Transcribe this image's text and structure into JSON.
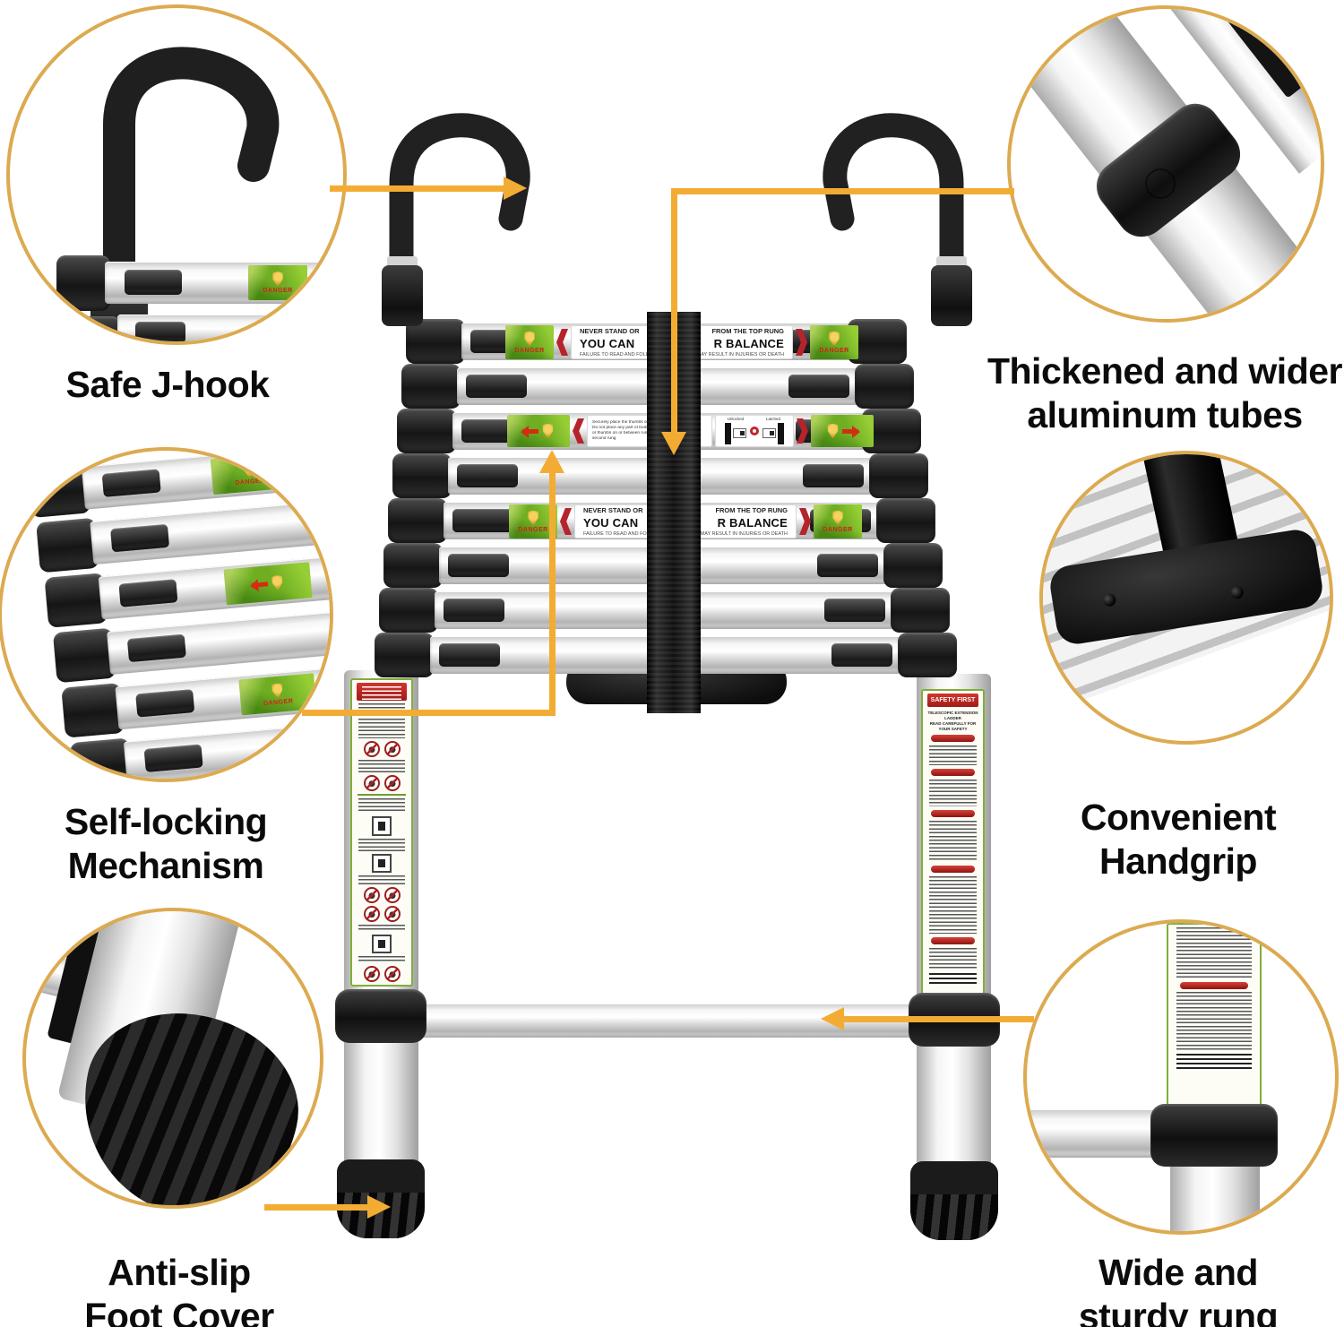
{
  "callouts": {
    "safe_j_hook": "Safe J-hook",
    "aluminum_tubes_line1": "Thickened and wider",
    "aluminum_tubes_line2": "aluminum tubes",
    "self_locking_line1": "Self-locking",
    "self_locking_line2": "Mechanism",
    "handgrip_line1": "Convenient",
    "handgrip_line2": "Handgrip",
    "foot_cover_line1": "Anti-slip",
    "foot_cover_line2": "Foot Cover",
    "sturdy_rung_line1": "Wide and",
    "sturdy_rung_line2": "sturdy rung"
  },
  "ladder": {
    "warning_label": {
      "l1a": "NEVER STAND OR",
      "l1b": "FROM THE TOP RUNG",
      "l2a": "YOU CAN",
      "l2b": "R BALANCE",
      "l3a": "FAILURE TO READ AND FOLLOW",
      "l3b": "MAY RESULT IN INJURIES OR DEATH"
    },
    "latch_label": {
      "lines": [
        "Securely place the thumbs on latches",
        "Do not place any part of body includ",
        "or thumbs on or between rung or a",
        "second rung"
      ],
      "unlocked": "Unlocked",
      "latched": "Latched"
    },
    "danger_text": "DANGER",
    "safety_sticker": {
      "title": "SAFETY FIRST",
      "subtitle_line1": "TELESCOPIC EXTENSION LADDER",
      "subtitle_line2": "READ CAREFULLY FOR YOUR SAFETY"
    }
  },
  "colors": {
    "accent_gold_ring": "#dcaa50",
    "arrow_gold": "#f3ac33",
    "danger_red": "#c4252b",
    "label_green": "#6fae23",
    "part_black": "#1b1b1b"
  }
}
